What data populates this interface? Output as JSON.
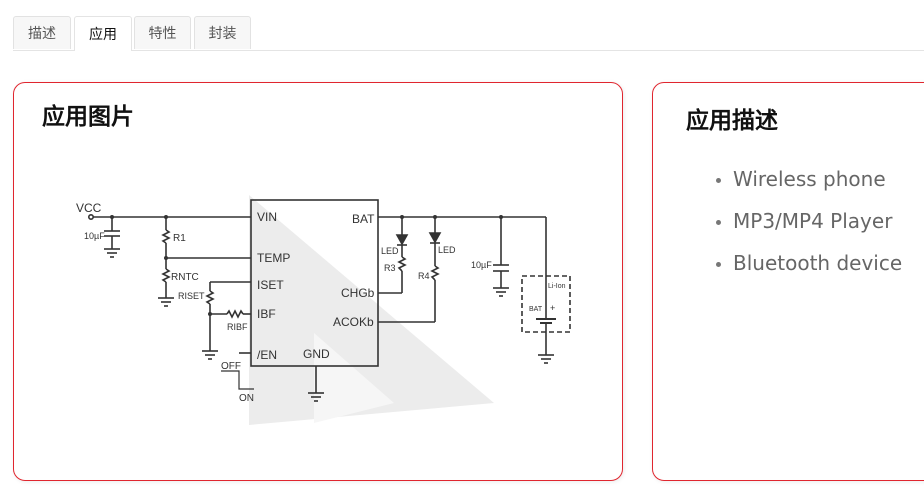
{
  "tabs": [
    {
      "label": "描述",
      "active": false
    },
    {
      "label": "应用",
      "active": true
    },
    {
      "label": "特性",
      "active": false
    },
    {
      "label": "封装",
      "active": false
    }
  ],
  "left_card": {
    "title": "应用图片",
    "schematic": {
      "input_label": "VCC",
      "ic_pins_left": [
        "VIN",
        "TEMP",
        "ISET",
        "IBF",
        "/EN"
      ],
      "ic_pins_right": [
        "BAT",
        "CHGb",
        "ACOKb"
      ],
      "ic_pin_bottom": "GND",
      "components": {
        "input_cap": "10µF",
        "r1": "R1",
        "rntc": "RNTC",
        "riset": "RISET",
        "ribf": "RIBF",
        "led1": "LED",
        "led2": "LED",
        "r3": "R3",
        "r4": "R4",
        "output_cap": "10µF",
        "battery_pack": "Li-Ion",
        "battery": "BAT"
      },
      "switch_labels": {
        "off": "OFF",
        "on": "ON"
      }
    }
  },
  "right_card": {
    "title": "应用描述",
    "items": [
      "Wireless phone",
      "MP3/MP4 Player",
      "Bluetooth device"
    ]
  },
  "colors": {
    "card_border": "#e0262f",
    "tab_bg": "#f7f7f7",
    "text_muted": "#666666"
  }
}
